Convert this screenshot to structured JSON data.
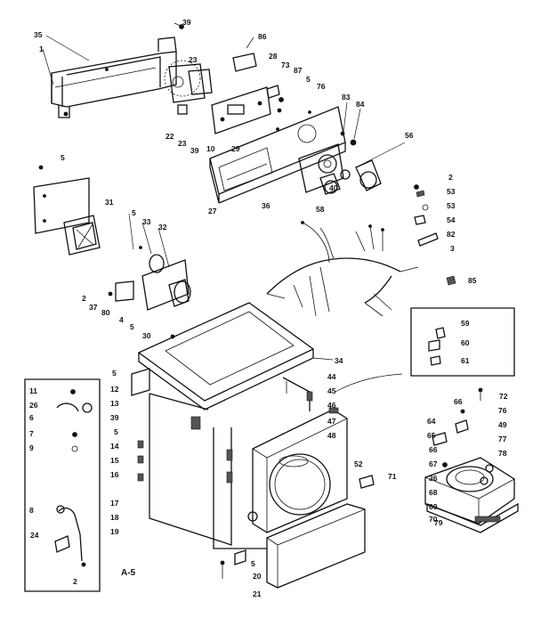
{
  "diagram": {
    "page_code": "A-5",
    "small_code": "",
    "callouts": [
      {
        "id": "c35a",
        "text": "35"
      },
      {
        "id": "c1",
        "text": "1"
      },
      {
        "id": "c39a",
        "text": "39"
      },
      {
        "id": "c86",
        "text": "86"
      },
      {
        "id": "c28",
        "text": "28"
      },
      {
        "id": "c73",
        "text": "73"
      },
      {
        "id": "c87",
        "text": "87"
      },
      {
        "id": "c5a",
        "text": "5"
      },
      {
        "id": "c76",
        "text": "76"
      },
      {
        "id": "c23a",
        "text": "23"
      },
      {
        "id": "c83",
        "text": "83"
      },
      {
        "id": "c84",
        "text": "84"
      },
      {
        "id": "c22",
        "text": "22"
      },
      {
        "id": "c23b",
        "text": "23"
      },
      {
        "id": "c39b",
        "text": "39"
      },
      {
        "id": "c10",
        "text": "10"
      },
      {
        "id": "c29",
        "text": "29"
      },
      {
        "id": "c56",
        "text": "56"
      },
      {
        "id": "c5b",
        "text": "5"
      },
      {
        "id": "c36a",
        "text": "36"
      },
      {
        "id": "c40",
        "text": "40"
      },
      {
        "id": "c58",
        "text": "58"
      },
      {
        "id": "c27",
        "text": "27"
      },
      {
        "id": "c31",
        "text": "31"
      },
      {
        "id": "c2a",
        "text": "2"
      },
      {
        "id": "c53a",
        "text": "53"
      },
      {
        "id": "c53b",
        "text": "53"
      },
      {
        "id": "c54",
        "text": "54"
      },
      {
        "id": "c82",
        "text": "82"
      },
      {
        "id": "c3",
        "text": "3"
      },
      {
        "id": "c85",
        "text": "85"
      },
      {
        "id": "c5c",
        "text": "5"
      },
      {
        "id": "c33",
        "text": "33"
      },
      {
        "id": "c32",
        "text": "32"
      },
      {
        "id": "c2b",
        "text": "2"
      },
      {
        "id": "c37",
        "text": "37"
      },
      {
        "id": "c80",
        "text": "80"
      },
      {
        "id": "c4",
        "text": "4"
      },
      {
        "id": "c5d",
        "text": "5"
      },
      {
        "id": "c30",
        "text": "30"
      },
      {
        "id": "c59",
        "text": "59"
      },
      {
        "id": "c60",
        "text": "60"
      },
      {
        "id": "c61",
        "text": "61"
      },
      {
        "id": "c34",
        "text": "34"
      },
      {
        "id": "c5e",
        "text": "5"
      },
      {
        "id": "c44",
        "text": "44"
      },
      {
        "id": "c45",
        "text": "45"
      },
      {
        "id": "c72",
        "text": "72"
      },
      {
        "id": "c11",
        "text": "11"
      },
      {
        "id": "c12",
        "text": "12"
      },
      {
        "id": "c26",
        "text": "26"
      },
      {
        "id": "c13",
        "text": "13"
      },
      {
        "id": "c46",
        "text": "46"
      },
      {
        "id": "c66a",
        "text": "66"
      },
      {
        "id": "c76b",
        "text": "76"
      },
      {
        "id": "c6",
        "text": "6"
      },
      {
        "id": "c39c",
        "text": "39"
      },
      {
        "id": "c47",
        "text": "47"
      },
      {
        "id": "c64",
        "text": "64"
      },
      {
        "id": "c49",
        "text": "49"
      },
      {
        "id": "c7",
        "text": "7"
      },
      {
        "id": "c5f",
        "text": "5"
      },
      {
        "id": "c48",
        "text": "48"
      },
      {
        "id": "c65",
        "text": "65"
      },
      {
        "id": "c77",
        "text": "77"
      },
      {
        "id": "c9",
        "text": "9"
      },
      {
        "id": "c14",
        "text": "14"
      },
      {
        "id": "c15",
        "text": "15"
      },
      {
        "id": "c52",
        "text": "52"
      },
      {
        "id": "c66b",
        "text": "66"
      },
      {
        "id": "c78",
        "text": "78"
      },
      {
        "id": "c16",
        "text": "16"
      },
      {
        "id": "c67",
        "text": "67"
      },
      {
        "id": "c36b",
        "text": "36"
      },
      {
        "id": "c71",
        "text": "71"
      },
      {
        "id": "c8",
        "text": "8"
      },
      {
        "id": "c17",
        "text": "17"
      },
      {
        "id": "c68",
        "text": "68"
      },
      {
        "id": "c18",
        "text": "18"
      },
      {
        "id": "c69",
        "text": "69"
      },
      {
        "id": "c70",
        "text": "70"
      },
      {
        "id": "c19",
        "text": "19"
      },
      {
        "id": "c79",
        "text": "79"
      },
      {
        "id": "c24",
        "text": "24"
      },
      {
        "id": "c5g",
        "text": "5"
      },
      {
        "id": "c20",
        "text": "20"
      },
      {
        "id": "c2c",
        "text": "2"
      },
      {
        "id": "c21",
        "text": "21"
      }
    ]
  }
}
